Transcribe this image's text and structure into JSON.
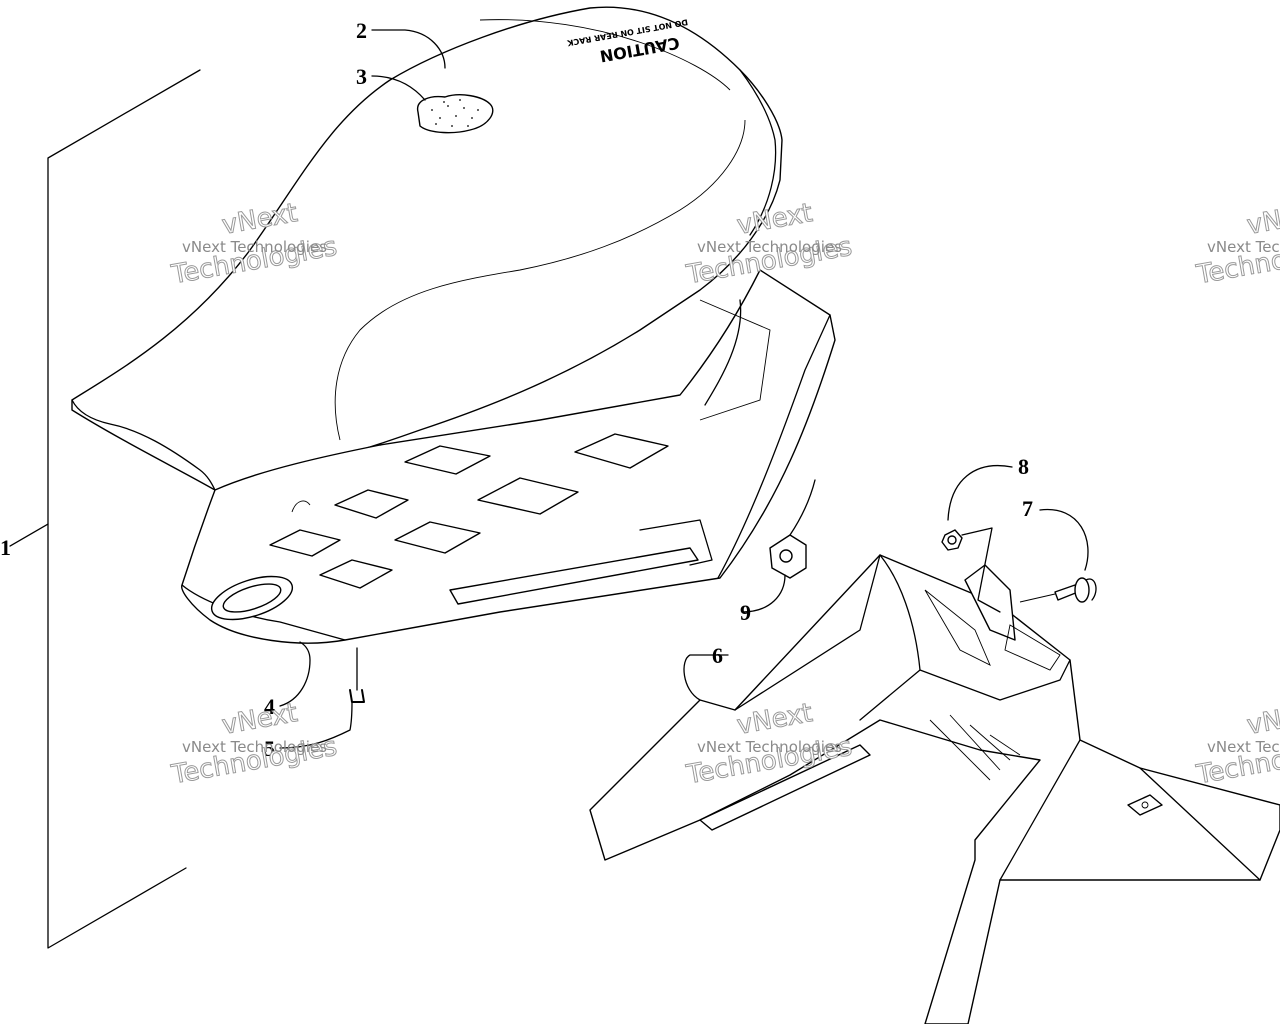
{
  "callouts": [
    {
      "id": "1",
      "label": "1"
    },
    {
      "id": "2",
      "label": "2"
    },
    {
      "id": "3",
      "label": "3"
    },
    {
      "id": "4",
      "label": "4"
    },
    {
      "id": "5",
      "label": "5"
    },
    {
      "id": "6",
      "label": "6"
    },
    {
      "id": "7",
      "label": "7"
    },
    {
      "id": "8",
      "label": "8"
    },
    {
      "id": "9",
      "label": "9"
    }
  ],
  "seat_decal": {
    "caution": "CAUTION",
    "sub": "DO NOT SIT ON REAR RACK"
  },
  "watermark": {
    "line_small": "vNext Technologies",
    "big_1": "vNext",
    "big_2": "Technologies"
  }
}
